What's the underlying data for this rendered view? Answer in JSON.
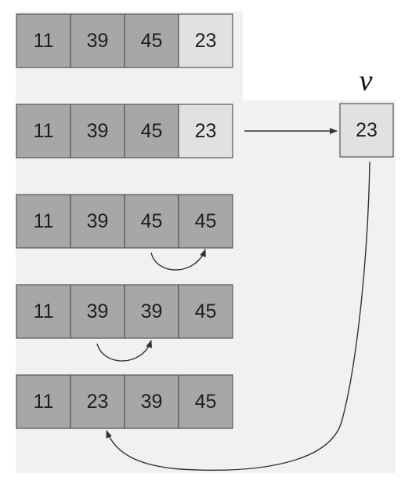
{
  "rows": [
    {
      "cells": [
        {
          "value": "11",
          "shade": "dark"
        },
        {
          "value": "39",
          "shade": "dark"
        },
        {
          "value": "45",
          "shade": "dark"
        },
        {
          "value": "23",
          "shade": "light"
        }
      ]
    },
    {
      "cells": [
        {
          "value": "11",
          "shade": "dark"
        },
        {
          "value": "39",
          "shade": "dark"
        },
        {
          "value": "45",
          "shade": "dark"
        },
        {
          "value": "23",
          "shade": "light"
        }
      ]
    },
    {
      "cells": [
        {
          "value": "11",
          "shade": "dark"
        },
        {
          "value": "39",
          "shade": "dark"
        },
        {
          "value": "45",
          "shade": "dark"
        },
        {
          "value": "45",
          "shade": "dark"
        }
      ]
    },
    {
      "cells": [
        {
          "value": "11",
          "shade": "dark"
        },
        {
          "value": "39",
          "shade": "dark"
        },
        {
          "value": "39",
          "shade": "dark"
        },
        {
          "value": "45",
          "shade": "dark"
        }
      ]
    },
    {
      "cells": [
        {
          "value": "11",
          "shade": "dark"
        },
        {
          "value": "23",
          "shade": "dark"
        },
        {
          "value": "39",
          "shade": "dark"
        },
        {
          "value": "45",
          "shade": "dark"
        }
      ]
    }
  ],
  "variable": {
    "label": "v",
    "value": "23"
  },
  "colors": {
    "panel": "#f1f1f1",
    "cell_dark": "#a7a7a7",
    "cell_light": "#e1e1e1",
    "border": "#555555",
    "arrow": "#333333"
  }
}
